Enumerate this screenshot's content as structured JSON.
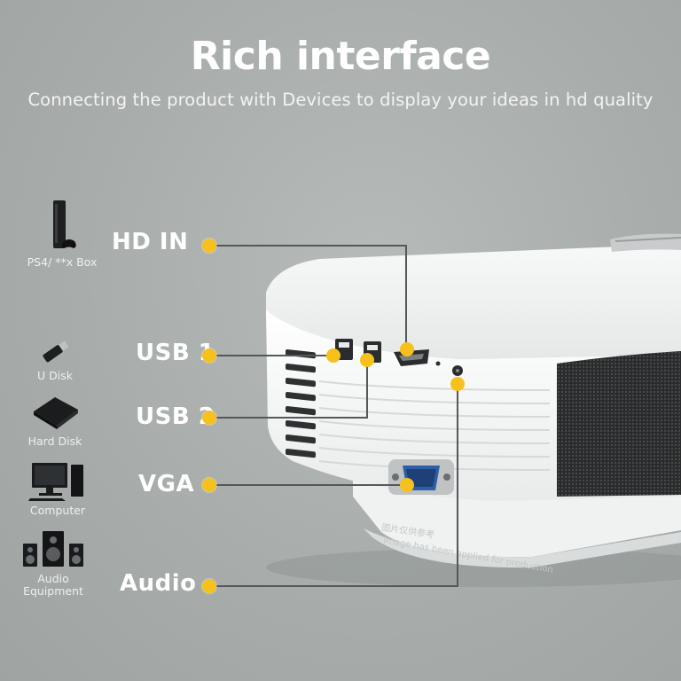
{
  "header": {
    "title": "Rich interface",
    "subtitle": "Connecting the product with Devices to display your ideas in hd quality"
  },
  "devices": [
    {
      "label": "PS4/ **x Box",
      "icon": "game-console-icon"
    },
    {
      "label": "U Disk",
      "icon": "usb-stick-icon"
    },
    {
      "label": "Hard Disk",
      "icon": "hard-disk-icon"
    },
    {
      "label": "Computer",
      "icon": "desktop-computer-icon"
    },
    {
      "label_line1": "Audio",
      "label_line2": "Equipment",
      "icon": "speakers-icon"
    }
  ],
  "ports": [
    {
      "label": "HD IN"
    },
    {
      "label": "USB 1"
    },
    {
      "label": "USB 2"
    },
    {
      "label": "VGA"
    },
    {
      "label": "Audio"
    }
  ],
  "watermark": {
    "line1": "图片仅供参考",
    "line2": "Image has been applied for production"
  },
  "colors": {
    "background": "#a9aeac",
    "marker": "#f6c11c",
    "leader_line": "#55585a",
    "projector_body": "#f4f5f5"
  }
}
